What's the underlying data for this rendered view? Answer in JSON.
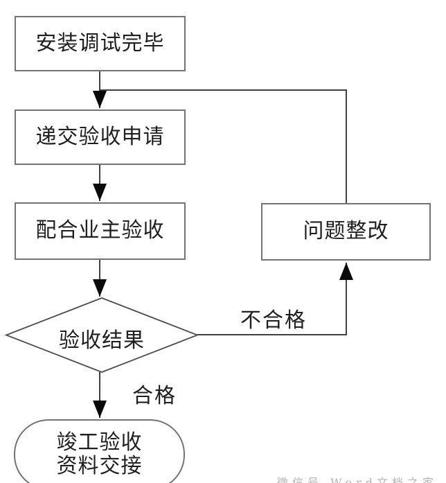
{
  "nodes": {
    "start": {
      "label": "安装调试完毕"
    },
    "submit": {
      "label": "递交验收申请"
    },
    "cooperate": {
      "label": "配合业主验收"
    },
    "decision": {
      "label": "验收结果"
    },
    "rectify": {
      "label": "问题整改"
    },
    "finish": {
      "line1": "竣工验收",
      "line2": "资料交接"
    }
  },
  "edge_labels": {
    "fail": "不合格",
    "pass": "合格"
  },
  "watermark": "微信号 Word文档之家",
  "colors": {
    "box_border": "#737373",
    "connector": "#404040",
    "arrowhead": "#0a0a0a",
    "text": "#1f1f1f",
    "background": "#ffffff"
  }
}
